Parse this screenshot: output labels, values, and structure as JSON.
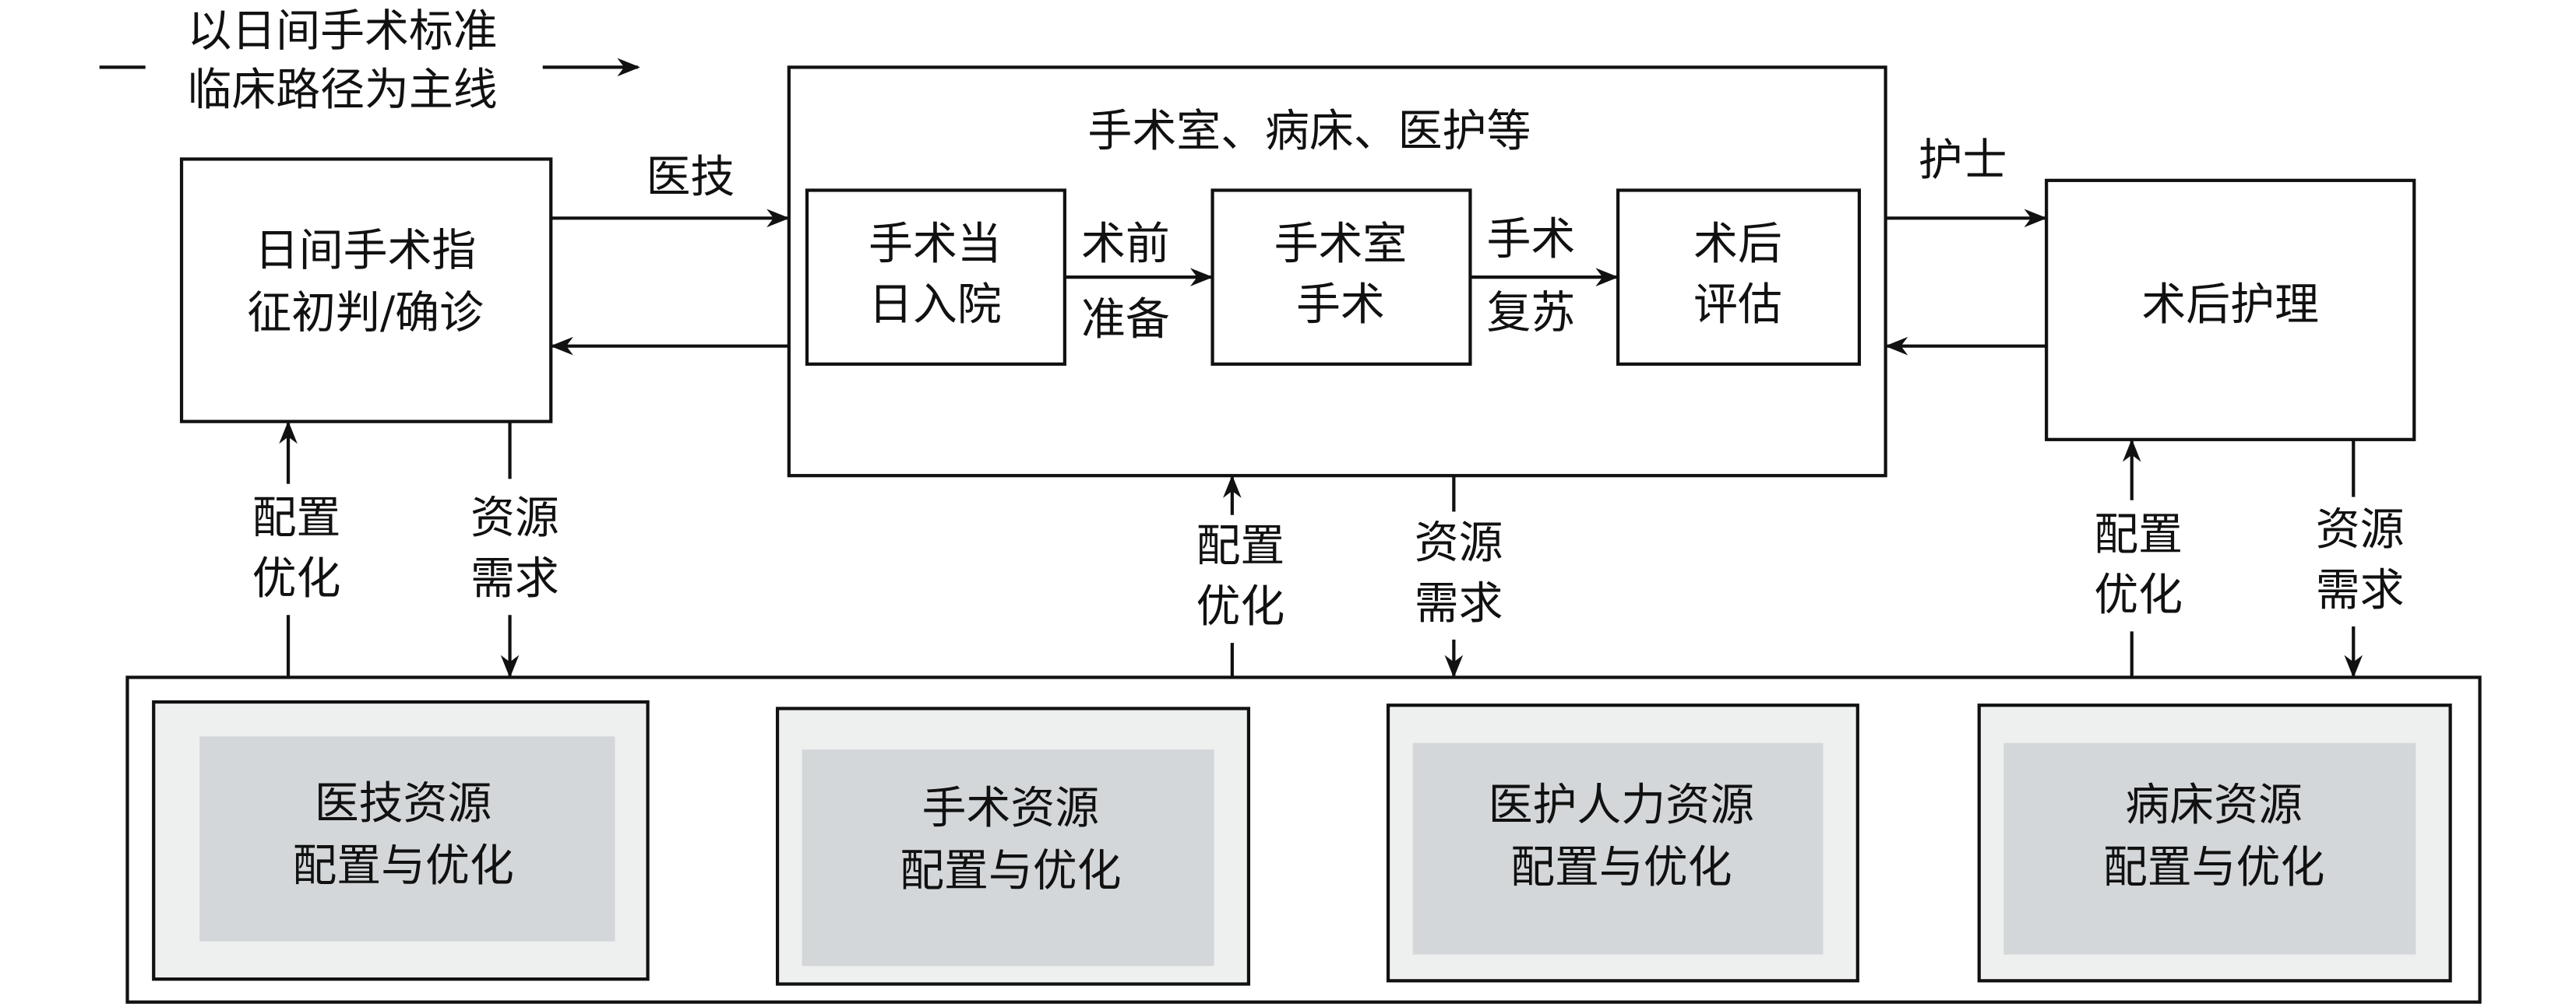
{
  "main_line_label": [
    "以日间手术标准",
    "临床路径为主线"
  ],
  "box_indication": [
    "日间手术指",
    "征初判/确诊"
  ],
  "box_hospital": {
    "title": "手术室、病床、医护等",
    "steps": [
      [
        "手术当",
        "日入院"
      ],
      [
        "手术室",
        "手术"
      ],
      [
        "术后",
        "评估"
      ]
    ],
    "transitions": [
      [
        "术前",
        "准备"
      ],
      [
        "手术",
        "复苏"
      ]
    ]
  },
  "box_postop": "术后护理",
  "arrow_labels": {
    "medtech": "医技",
    "nurse": "护士"
  },
  "vertical_labels": {
    "config": [
      "配置",
      "优化"
    ],
    "demand": [
      "资源",
      "需求"
    ]
  },
  "resources": [
    [
      "医技资源",
      "配置与优化"
    ],
    [
      "手术资源",
      "配置与优化"
    ],
    [
      "医护人力资源",
      "配置与优化"
    ],
    [
      "病床资源",
      "配置与优化"
    ]
  ]
}
